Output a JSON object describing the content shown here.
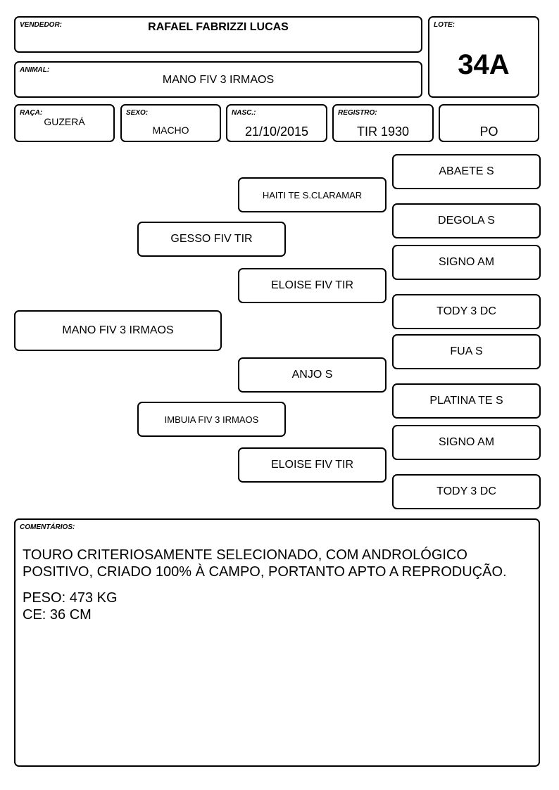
{
  "header": {
    "vendedor_label": "VENDEDOR:",
    "vendedor": "RAFAEL FABRIZZI LUCAS",
    "lote_label": "LOTE:",
    "lote": "34A",
    "animal_label": "ANIMAL:",
    "animal": "MANO FIV 3 IRMAOS"
  },
  "info": {
    "raca_label": "RAÇA:",
    "raca": "GUZERÁ",
    "sexo_label": "SEXO:",
    "sexo": "MACHO",
    "nasc_label": "NASC.:",
    "nasc": "21/10/2015",
    "registro_label": "REGISTRO:",
    "registro": "TIR 1930",
    "categoria": "PO"
  },
  "pedigree": {
    "animal": "MANO FIV 3 IRMAOS",
    "sire": "GESSO FIV TIR",
    "dam": "IMBUIA FIV 3 IRMAOS",
    "sire_sire": "HAITI TE S.CLARAMAR",
    "sire_dam": "ELOISE FIV TIR",
    "dam_sire": "ANJO S",
    "dam_dam": "ELOISE FIV TIR",
    "gg": [
      "ABAETE S",
      "DEGOLA S",
      "SIGNO AM",
      "TODY 3 DC",
      "FUA S",
      "PLATINA TE S",
      "SIGNO AM",
      "TODY 3 DC"
    ]
  },
  "comments": {
    "label": "COMENTÁRIOS:",
    "line1": "TOURO CRITERIOSAMENTE SELECIONADO, COM ANDROLÓGICO",
    "line2": "POSITIVO, CRIADO 100% À CAMPO, PORTANTO APTO A REPRODUÇÃO.",
    "line3": "PESO: 473 KG",
    "line4": "CE: 36 CM"
  }
}
